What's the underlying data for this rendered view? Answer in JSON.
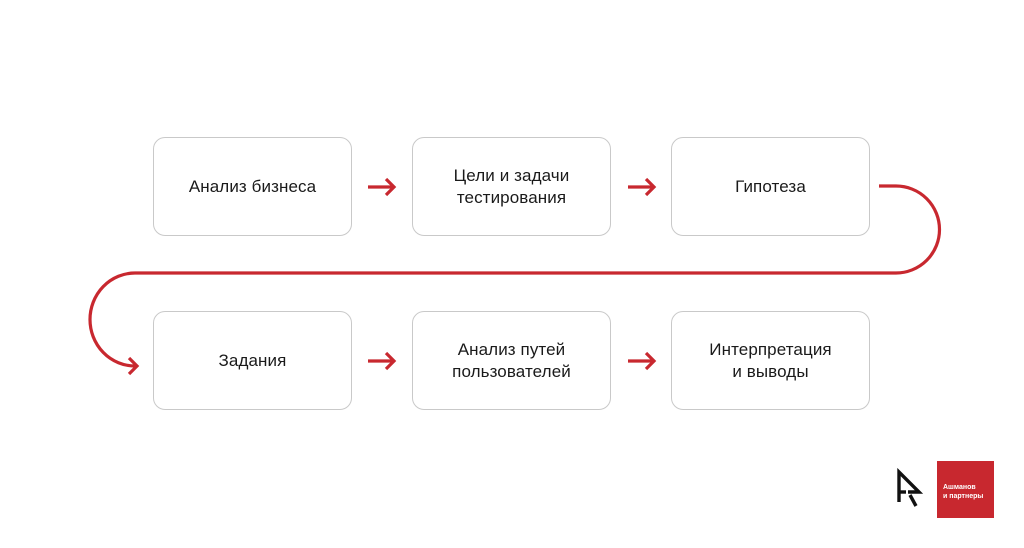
{
  "diagram": {
    "type": "process-flow",
    "accent_color": "#c8282f",
    "box_border_color": "#c9c9c9",
    "text_color": "#1a1a1a",
    "steps": [
      {
        "id": 1,
        "label": "Анализ бизнеса",
        "row": 1,
        "col": 1
      },
      {
        "id": 2,
        "label": "Цели и задачи\nтестирования",
        "row": 1,
        "col": 2
      },
      {
        "id": 3,
        "label": "Гипотеза",
        "row": 1,
        "col": 3
      },
      {
        "id": 4,
        "label": "Задания",
        "row": 2,
        "col": 1
      },
      {
        "id": 5,
        "label": "Анализ путей\nпользователей",
        "row": 2,
        "col": 2
      },
      {
        "id": 6,
        "label": "Интерпретация\nи выводы",
        "row": 2,
        "col": 3
      }
    ],
    "connections": [
      {
        "from": 1,
        "to": 2,
        "style": "straight-arrow"
      },
      {
        "from": 2,
        "to": 3,
        "style": "straight-arrow"
      },
      {
        "from": 3,
        "to": 4,
        "style": "serpentine-arrow"
      },
      {
        "from": 4,
        "to": 5,
        "style": "straight-arrow"
      },
      {
        "from": 5,
        "to": 6,
        "style": "straight-arrow"
      }
    ]
  },
  "branding": {
    "icon": "cursor-a-logo-icon",
    "badge_line1": "Ашманов",
    "badge_line2": "и партнеры",
    "badge_color": "#c8282f"
  }
}
